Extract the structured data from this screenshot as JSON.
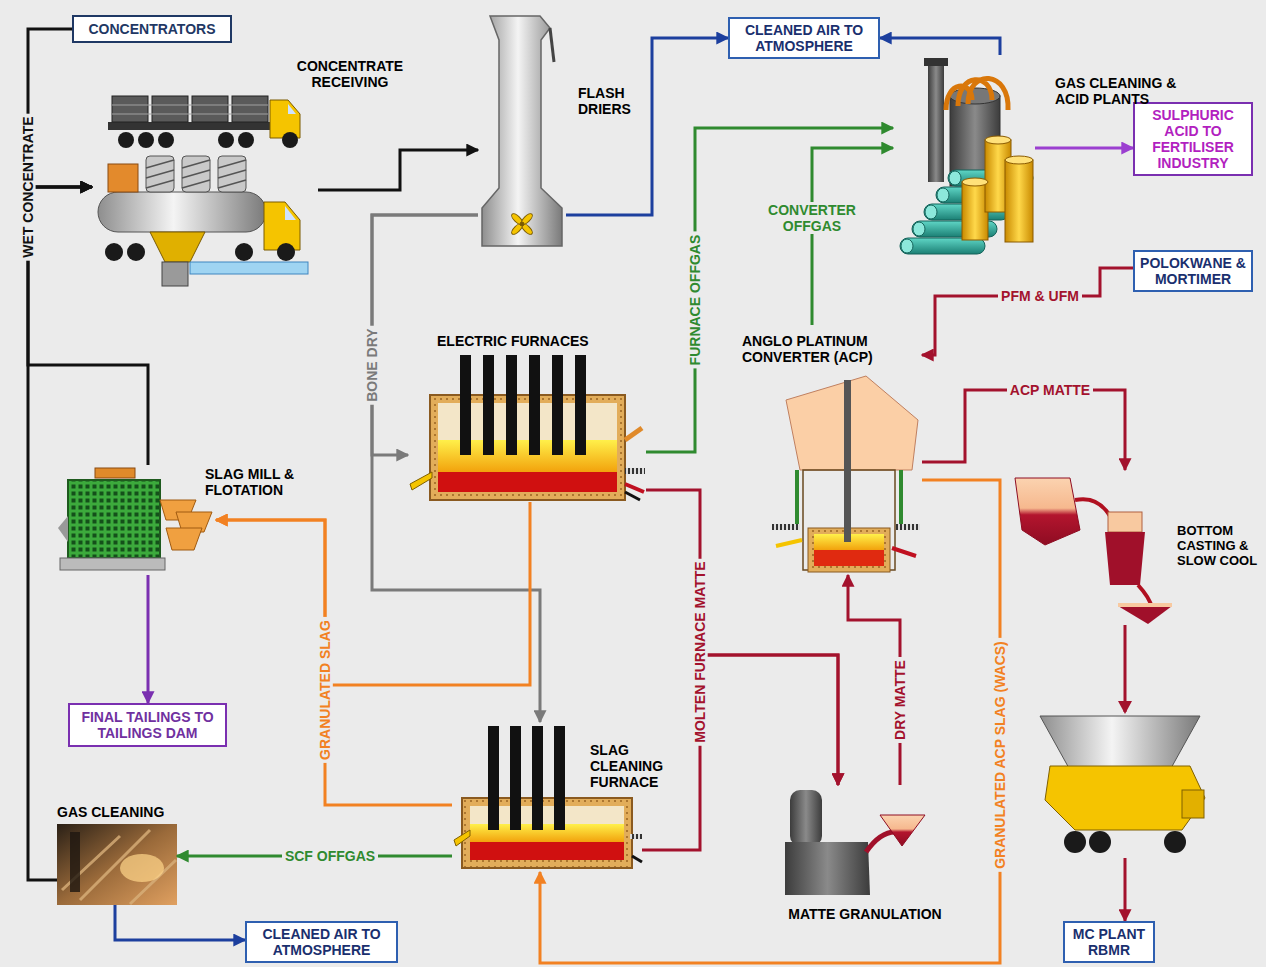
{
  "diagram": {
    "nodes": [
      {
        "text": [
          "CONCENTRATORS"
        ]
      },
      {
        "text": [
          "CONCENTRATE RECEIVING"
        ]
      },
      {
        "text": [
          "CLEANED AIR TO ATMOSPHERE"
        ]
      },
      {
        "text": [
          "FLASH DRIERS"
        ]
      },
      {
        "text": [
          "GAS CLEANING & ACID PLANTS"
        ]
      },
      {
        "text": [
          "SULPHURIC ACID TO FERTILISER INDUSTRY"
        ]
      },
      {
        "text": [
          "POLOKWANE & MORTIMER"
        ]
      },
      {
        "text": [
          "ELECTRIC FURNACES"
        ]
      },
      {
        "text": [
          "ANGLO PLATINUM CONVERTER (ACP)"
        ]
      },
      {
        "text": [
          "SLAG MILL & FLOTATION"
        ]
      },
      {
        "text": [
          "BOTTOM CASTING & SLOW COOL"
        ]
      },
      {
        "text": [
          "FINAL TAILINGS TO TAILINGS DAM"
        ]
      },
      {
        "text": [
          "SLAG CLEANING FURNACE"
        ]
      },
      {
        "text": [
          "GAS CLEANING"
        ]
      },
      {
        "text": [
          "MATTE GRANULATION"
        ]
      },
      {
        "text": [
          "CLEANED AIR TO ATMOSPHERE"
        ]
      },
      {
        "text": [
          "MC PLANT RBMR"
        ]
      }
    ],
    "edges": [
      {
        "from": 0,
        "to": 1,
        "arrow": "to",
        "label": "WET CONCENTRATE"
      },
      {
        "from": 1,
        "to": 3,
        "arrow": "to"
      },
      {
        "from": 3,
        "to": 2,
        "arrow": "to"
      },
      {
        "from": 4,
        "to": 2,
        "arrow": "to"
      },
      {
        "from": 4,
        "to": 5,
        "arrow": "to"
      },
      {
        "from": 7,
        "to": 4,
        "arrow": "to",
        "label": "FURNACE OFFGAS"
      },
      {
        "from": 8,
        "to": 4,
        "arrow": "to",
        "label": "CONVERTER OFFGAS"
      },
      {
        "from": 6,
        "to": 8,
        "arrow": "to",
        "label": "PFM & UFM"
      },
      {
        "from": 3,
        "to": 7,
        "arrow": "to",
        "label": "BONE DRY"
      },
      {
        "from": 3,
        "to": 12,
        "arrow": "to"
      },
      {
        "from": 8,
        "to": 10,
        "arrow": "to",
        "label": "ACP MATTE"
      },
      {
        "from": 9,
        "to": 1,
        "arrow": "to"
      },
      {
        "from": 13,
        "to": 1,
        "arrow": "to"
      },
      {
        "from": 7,
        "to": 9,
        "arrow": "to",
        "label": "GRANULATED SLAG"
      },
      {
        "from": 12,
        "to": 9,
        "arrow": "to"
      },
      {
        "from": 9,
        "to": 11,
        "arrow": "to"
      },
      {
        "from": 7,
        "to": 14,
        "arrow": "to",
        "label": "MOLTEN FURNACE MATTE"
      },
      {
        "from": 12,
        "to": 14,
        "arrow": "to"
      },
      {
        "from": 14,
        "to": 8,
        "arrow": "to",
        "label": "DRY MATTE"
      },
      {
        "from": 8,
        "to": 12,
        "arrow": "to",
        "label": "GRANULATED ACP SLAG (WACS)"
      },
      {
        "from": 12,
        "to": 13,
        "arrow": "to",
        "label": "SCF OFFGAS"
      },
      {
        "from": 13,
        "to": 15,
        "arrow": "to"
      },
      {
        "from": 10,
        "to": 16,
        "arrow": "to"
      }
    ]
  }
}
